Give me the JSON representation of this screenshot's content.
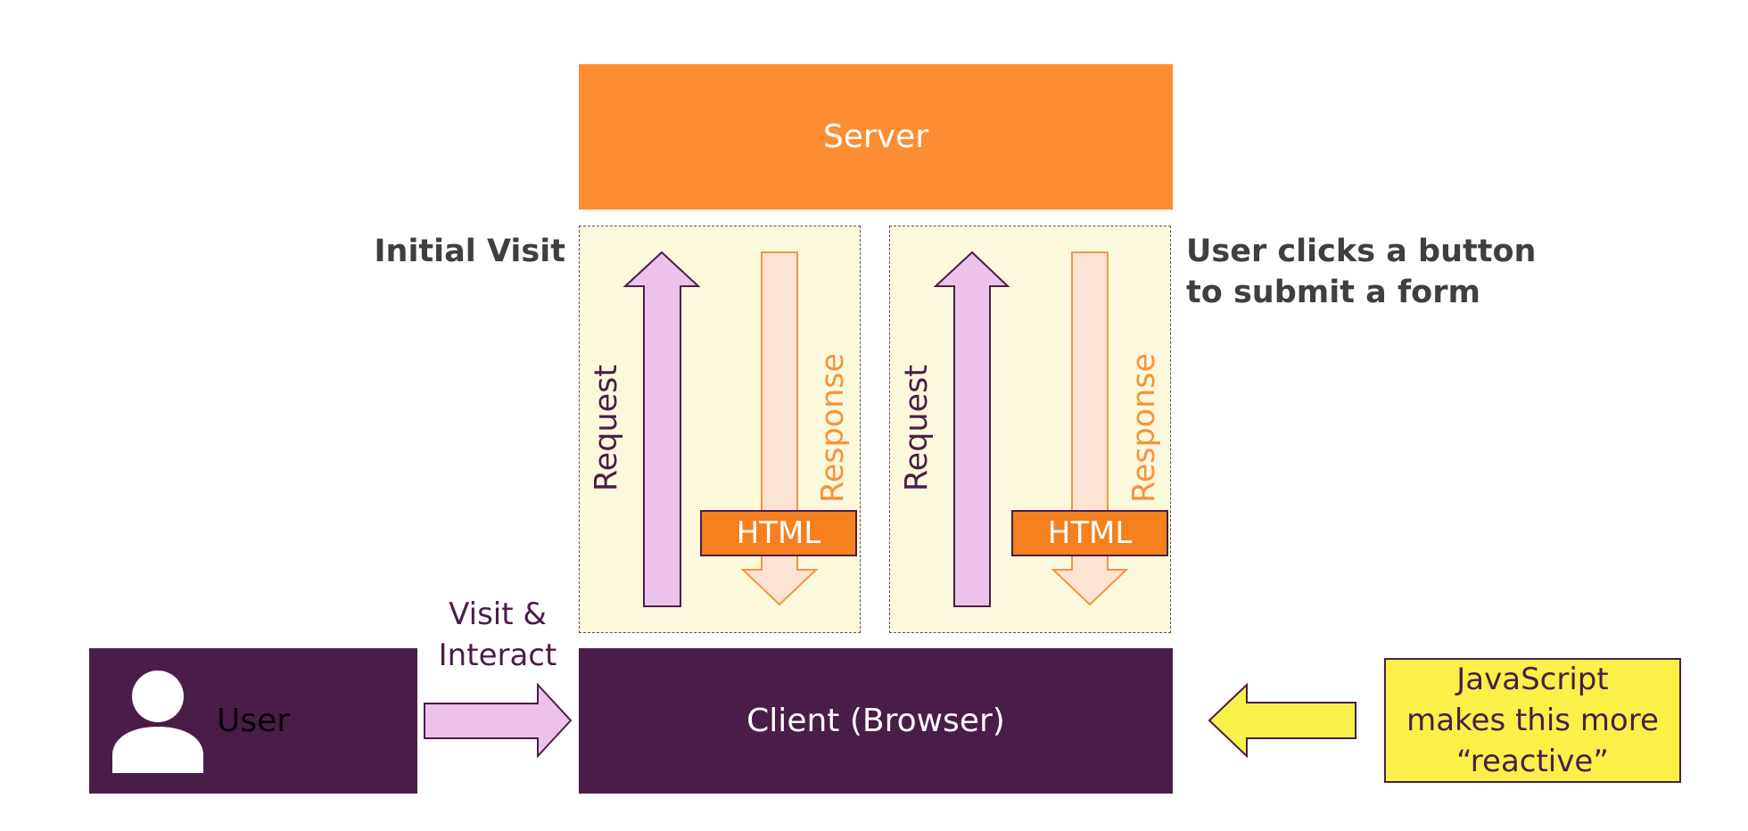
{
  "server": {
    "label": "Server"
  },
  "client": {
    "label": "Client (Browser)"
  },
  "user": {
    "label": "User",
    "icon": "person-icon"
  },
  "initial_visit": {
    "label": "Initial Visit"
  },
  "user_clicks": {
    "line1": "User clicks a button",
    "line2": "to submit a form"
  },
  "panels": [
    {
      "request_label": "Request",
      "response_label": "Response",
      "payload_label": "HTML"
    },
    {
      "request_label": "Request",
      "response_label": "Response",
      "payload_label": "HTML"
    }
  ],
  "visit_interact": {
    "line1": "Visit &",
    "line2": "Interact"
  },
  "js_note": {
    "line1": "JavaScript",
    "line2": "makes this more",
    "line3": "“reactive”"
  },
  "colors": {
    "server": "#fd8d33",
    "client": "#4a1d48",
    "request_arrow": "#ecc2ea",
    "response_arrow": "#fde3d4",
    "html_tag": "#f58020",
    "js_note": "#fcef48",
    "js_arrow": "#f7f24a",
    "panel": "#fcf8dc"
  }
}
